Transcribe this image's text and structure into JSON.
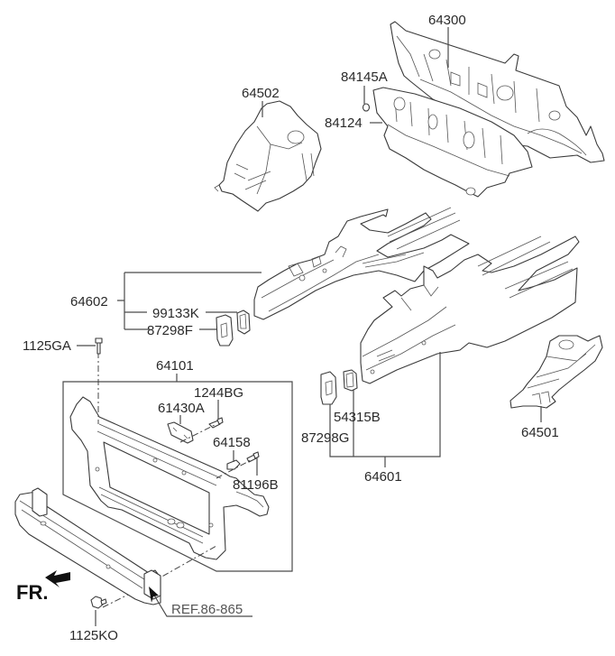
{
  "diagram": {
    "type": "exploded-parts-diagram",
    "colors": {
      "line": "#3a3a3a",
      "text": "#2a2a2a",
      "ref_text": "#555555",
      "background": "#ffffff"
    },
    "labels": {
      "dash_panel": "64300",
      "plug": "84145A",
      "insulator_pad": "84124",
      "apron_rh": "64502",
      "side_member_rh": "64602",
      "side_member_rh_plug": "99133K",
      "side_member_rh_plate": "87298F",
      "bolt_top": "1125GA",
      "carrier_assy": "64101",
      "bolt_carrier": "1244BG",
      "latch_bracket": "61430A",
      "bracket_small": "64158",
      "bolt_small": "81196B",
      "side_member_lh": "64601",
      "side_member_lh_plug": "54315B",
      "side_member_lh_plate": "87298G",
      "apron_lh": "64501",
      "bolt_bottom": "1125KO",
      "reference": "REF.86-865",
      "front_indicator": "FR."
    }
  }
}
